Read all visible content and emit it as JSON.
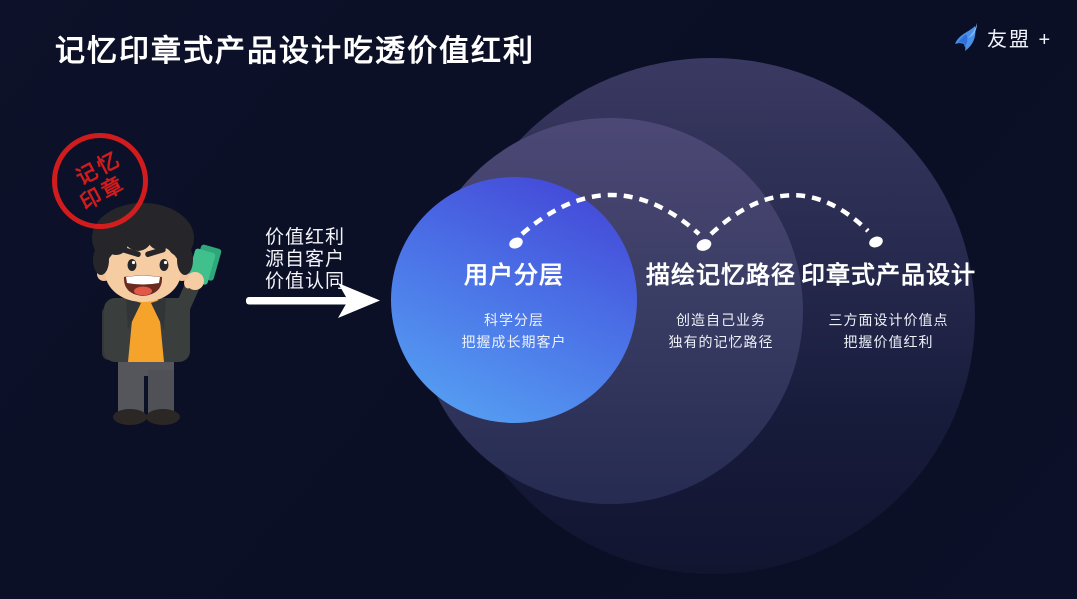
{
  "slide": {
    "title": "记忆印章式产品设计吃透价值红利",
    "logo": {
      "text": "友盟 +",
      "icon": "umeng-bird-icon",
      "icon_color": "#4a90e8"
    },
    "stamp": {
      "line1": "记忆",
      "line2": "印章",
      "color": "#e21d1d"
    },
    "intro": {
      "lines": [
        "价值红利",
        "源自客户",
        "价值认同"
      ]
    },
    "illustration": "cartoon-businessman-holding-green-banknotes",
    "arrow_icon": "arrow-right-icon",
    "path_marker_icon": "dot-marker-icon",
    "arc_style": "white-dashed-arc",
    "sections": [
      {
        "heading": "用户分层",
        "sub": [
          "科学分层",
          "把握成长期客户"
        ]
      },
      {
        "heading": "描绘记忆路径",
        "sub": [
          "创造自己业务",
          "独有的记忆路径"
        ]
      },
      {
        "heading": "印章式产品设计",
        "sub": [
          "三方面设计价值点",
          "把握价值红利"
        ]
      }
    ],
    "colors": {
      "background": "#0c1027",
      "outer_circle_top": "#3a3962",
      "outer_circle_bottom": "#111530",
      "middle_circle_top": "#4d4876",
      "middle_circle_bottom": "#262b52",
      "inner_circle_start": "#4342d5",
      "inner_circle_end": "#57a7f4",
      "stamp_red": "#e21d1d",
      "logo_blue": "#4a90e8",
      "text": "#ffffff"
    }
  }
}
